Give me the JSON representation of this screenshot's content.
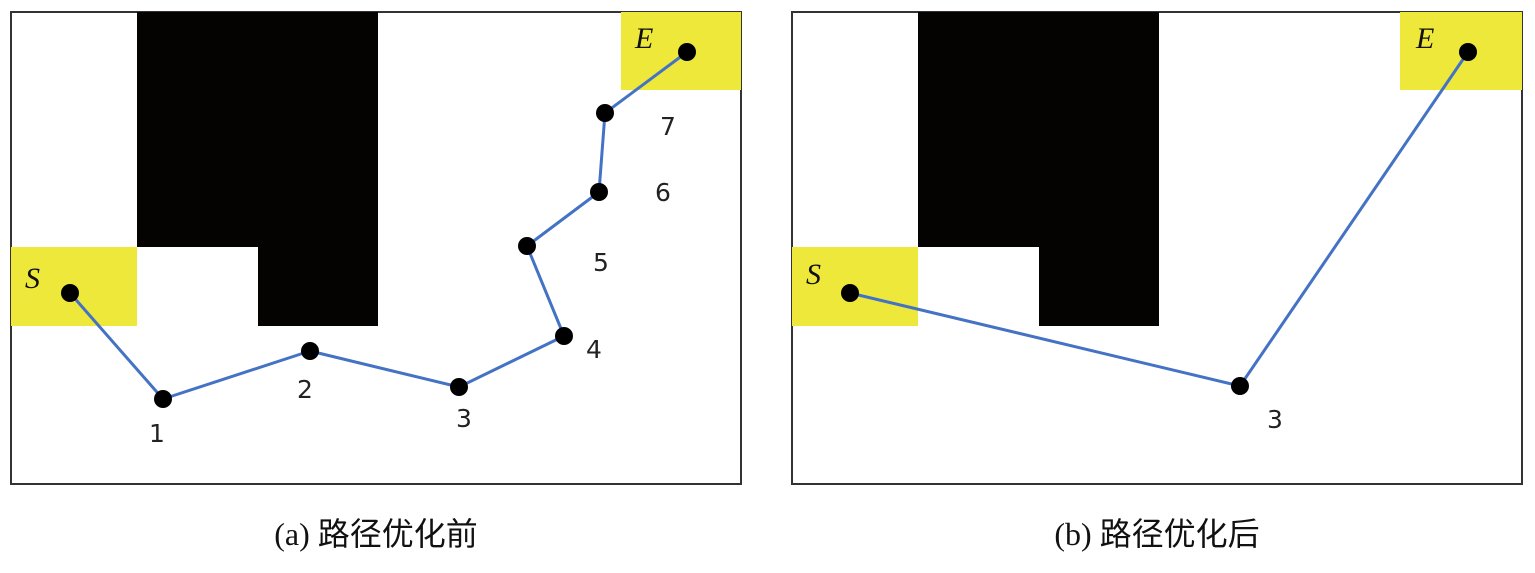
{
  "panels": [
    {
      "caption": "(a) 路径优化前",
      "start_label": "S",
      "end_label": "E",
      "waypoints": [
        {
          "label": "1"
        },
        {
          "label": "2"
        },
        {
          "label": "3"
        },
        {
          "label": "4"
        },
        {
          "label": "5"
        },
        {
          "label": "6"
        },
        {
          "label": "7"
        }
      ]
    },
    {
      "caption": "(b) 路径优化后",
      "start_label": "S",
      "end_label": "E",
      "waypoints": [
        {
          "label": "3"
        }
      ]
    }
  ],
  "colors": {
    "obstacle": "#050202",
    "start_end_zone": "#ede83a",
    "path": "#4472c4",
    "node": "#000000",
    "background": "#ffffff"
  }
}
